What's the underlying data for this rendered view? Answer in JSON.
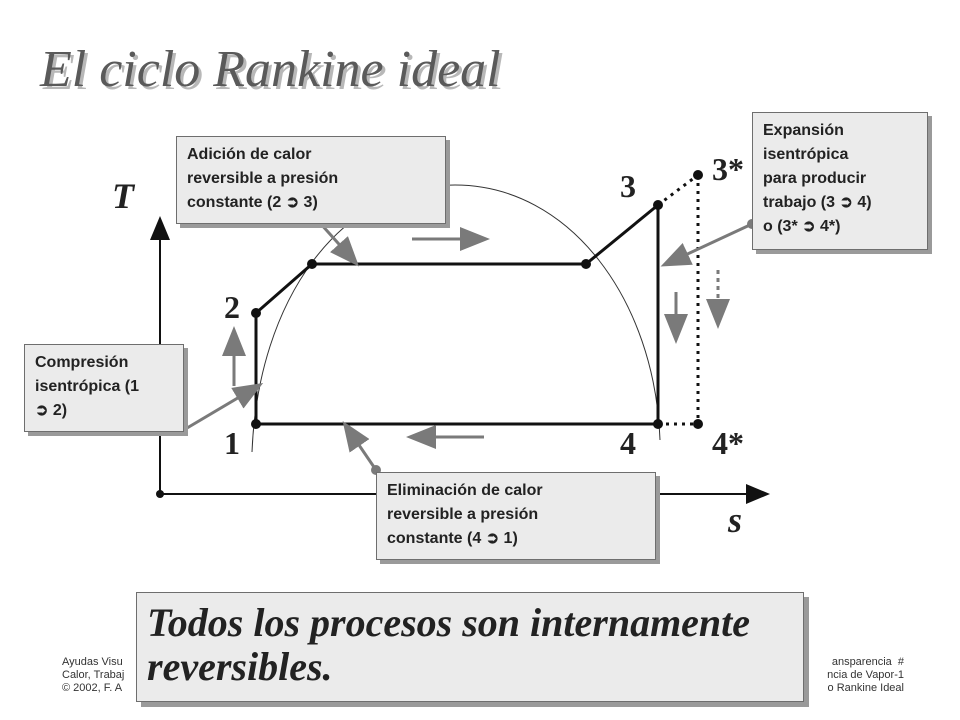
{
  "slide": {
    "title": "El ciclo Rankine ideal"
  },
  "diagram": {
    "axis_y_label": "T",
    "axis_x_label": "s",
    "points": {
      "p1": "1",
      "p2": "2",
      "p3": "3",
      "p4": "4",
      "p3s": "3*",
      "p4s": "4*"
    }
  },
  "callouts": {
    "heat_addition": "Adición de calor\nreversible a presión\nconstante (2 ➲ 3)",
    "expansion": "Expansión\nisentrópica\npara producir\ntrabajo (3 ➲ 4)\no      (3* ➲ 4*)",
    "compression": "Compresión\nisentrópica (1\n➲ 2)",
    "heat_rejection": "Eliminación de calor\nreversible a presión\nconstante (4 ➲ 1)",
    "summary": "Todos los procesos son internamente reversibles."
  },
  "footer": {
    "left": "Ayudas Visu\nCalor, Trabaj\n© 2002, F. A",
    "right": "ansparencia  #\nncia de Vapor-1\no Rankine Ideal"
  }
}
